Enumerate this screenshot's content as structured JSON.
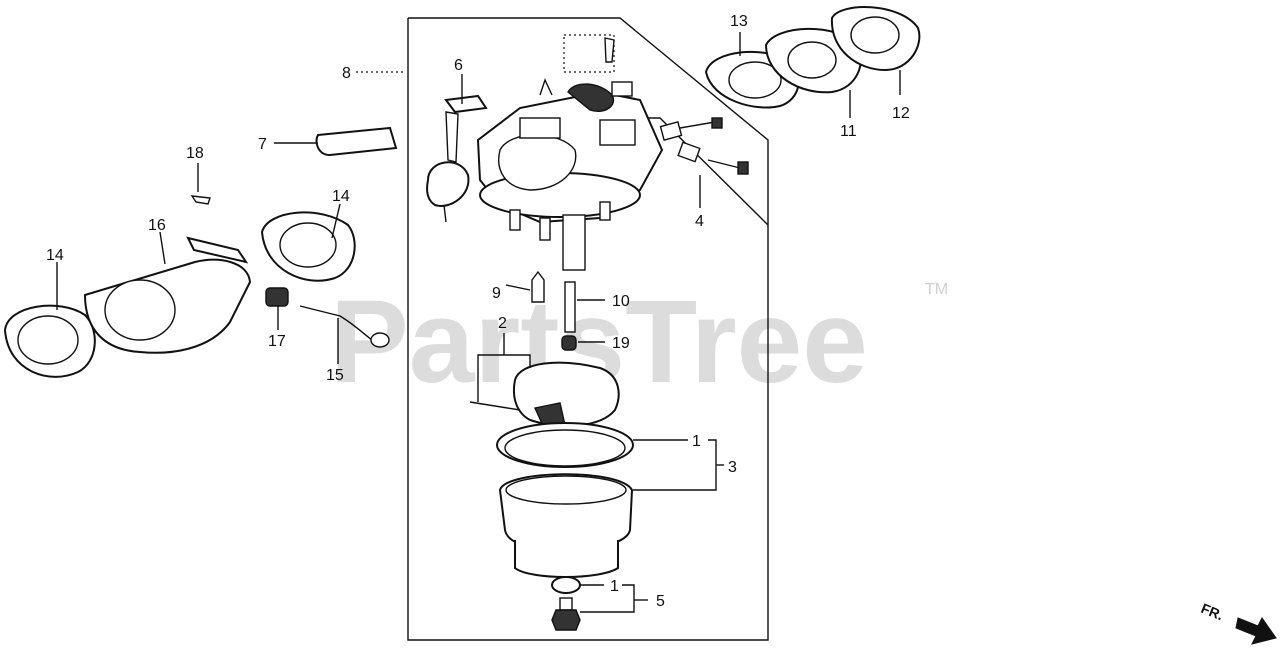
{
  "watermark": {
    "text": "PartsTree",
    "trademark": "TM"
  },
  "direction_label": "FR.",
  "callouts": {
    "c1a": "1",
    "c1b": "1",
    "c2": "2",
    "c3": "3",
    "c4": "4",
    "c5": "5",
    "c6": "6",
    "c7": "7",
    "c8": "8",
    "c9": "9",
    "c10": "10",
    "c11": "11",
    "c12": "12",
    "c13": "13",
    "c14a": "14",
    "c14b": "14",
    "c15": "15",
    "c16": "16",
    "c17": "17",
    "c18": "18",
    "c19": "19"
  }
}
